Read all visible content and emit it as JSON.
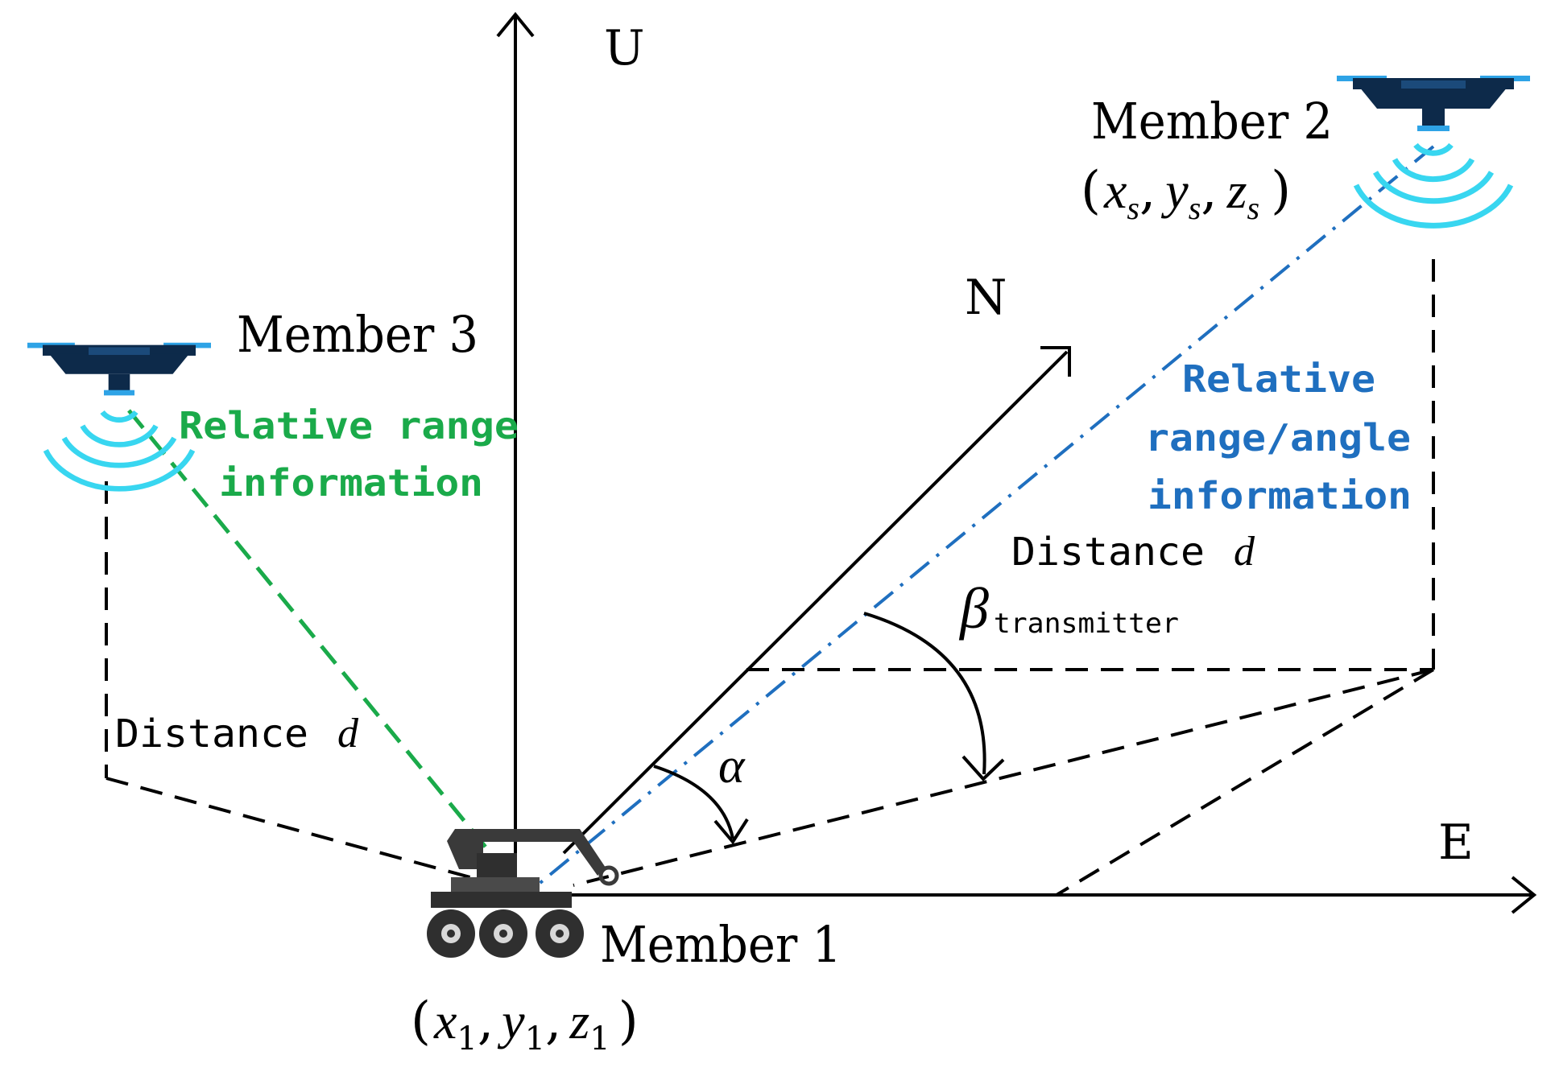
{
  "axes": {
    "up": "U",
    "north": "N",
    "east": "E"
  },
  "members": {
    "member1": {
      "label": "Member 1",
      "coord": {
        "open": "(",
        "x": "x",
        "sx": "1",
        "y": "y",
        "sy": "1",
        "z": "z",
        "sz": "1",
        "close": ")",
        "sep": ","
      }
    },
    "member2": {
      "label": "Member 2",
      "coord": {
        "open": "(",
        "x": "x",
        "sx": "s",
        "y": "y",
        "sy": "s",
        "z": "z",
        "sz": "s",
        "close": ")",
        "sep": ","
      }
    },
    "member3": {
      "label": "Member 3"
    }
  },
  "annotations": {
    "green_line1": "Relative range",
    "green_line2": "information",
    "blue_line1": "Relative",
    "blue_line2": "range/angle",
    "blue_line3": "information",
    "distance_left": "Distance",
    "distance_right": "Distance",
    "distance_symbol": "d",
    "alpha": "α",
    "beta": "β",
    "beta_sub": "transmitter"
  },
  "colors": {
    "axis": "#000000",
    "green": "#1aaa4a",
    "blue": "#1f6fbf",
    "drone_body": "#0d2a4a",
    "drone_rotor": "#2ea3e6",
    "wave": "#38d6f0",
    "rover": "#3a3a3a"
  },
  "icons": {
    "drone": "drone-icon",
    "rover": "rover-icon",
    "signal": "signal-wave-icon"
  }
}
